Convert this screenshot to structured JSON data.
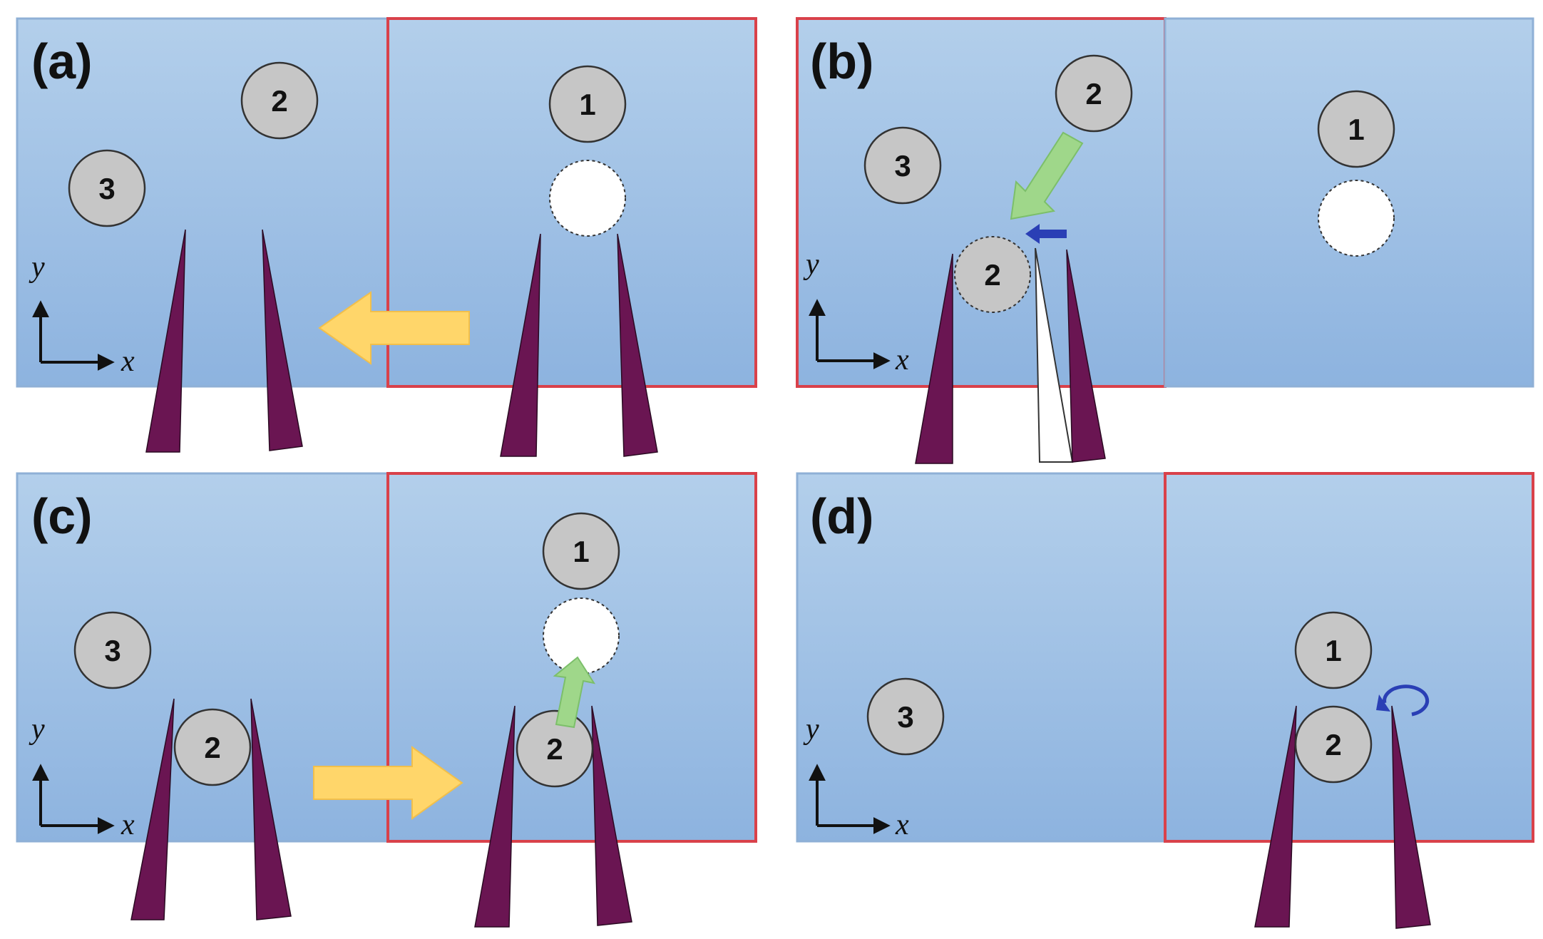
{
  "colors": {
    "stage_top": "#b3cfeb",
    "stage_bottom": "#8db3df",
    "stage_border": "#8fb0d6",
    "target_border": "#d9414a",
    "bead_fill": "#c6c6c6",
    "bead_stroke": "#333333",
    "hole_fill": "#ffffff",
    "probe_fill": "#6a1552",
    "probe_outline": "#2a0a22",
    "ghost_probe_fill": "#ffffff",
    "yellow_arrow_fill": "#ffd66a",
    "yellow_arrow_stroke": "#f2bf4a",
    "green_arrow_fill": "#9fd78a",
    "green_arrow_stroke": "#7cbf6a",
    "blue_arrow": "#2a3fb5",
    "axis_color": "#111111"
  },
  "panels": [
    {
      "label": "(a)",
      "beads": [
        {
          "label": "2"
        },
        {
          "label": "3"
        },
        {
          "label": "1"
        }
      ],
      "axes": {
        "x": "x",
        "y": "y"
      }
    },
    {
      "label": "(b)",
      "beads": [
        {
          "label": "2"
        },
        {
          "label": "3"
        },
        {
          "label": "2"
        },
        {
          "label": "1"
        }
      ],
      "axes": {
        "x": "x",
        "y": "y"
      }
    },
    {
      "label": "(c)",
      "beads": [
        {
          "label": "3"
        },
        {
          "label": "2"
        },
        {
          "label": "1"
        },
        {
          "label": "2"
        }
      ],
      "axes": {
        "x": "x",
        "y": "y"
      }
    },
    {
      "label": "(d)",
      "beads": [
        {
          "label": "3"
        },
        {
          "label": "1"
        },
        {
          "label": "2"
        }
      ],
      "axes": {
        "x": "x",
        "y": "y"
      }
    }
  ]
}
